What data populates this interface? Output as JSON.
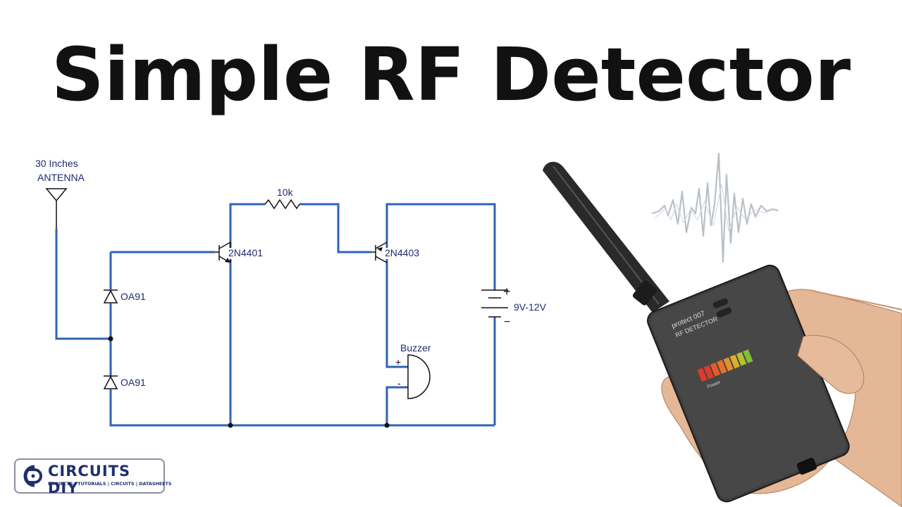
{
  "title": "Simple RF Detector",
  "colors": {
    "wire": "#2f63b8",
    "label": "#1f2b70",
    "title": "#111111",
    "logo": "#1f2f6e"
  },
  "antenna": {
    "length": "30 Inches",
    "label": "ANTENNA"
  },
  "resistor": {
    "label": "10k"
  },
  "transistors": {
    "q1": "2N4401",
    "q2": "2N4403"
  },
  "diodes": {
    "d1": "OA91",
    "d2": "OA91"
  },
  "battery": {
    "label": "9V-12V",
    "plus": "+",
    "minus": "−"
  },
  "buzzer": {
    "label": "Buzzer",
    "plus": "+",
    "minus": "-"
  },
  "device": {
    "brand": "protect 007",
    "model": "RF DETECTOR",
    "led_label": "Power"
  },
  "logo": {
    "name": "CIRCUITS DIY",
    "tagline": "PROJECTS | TUTORIALS | CIRCUITS | DATASHEETS",
    "icon": "circuits-diy-logo-icon"
  }
}
